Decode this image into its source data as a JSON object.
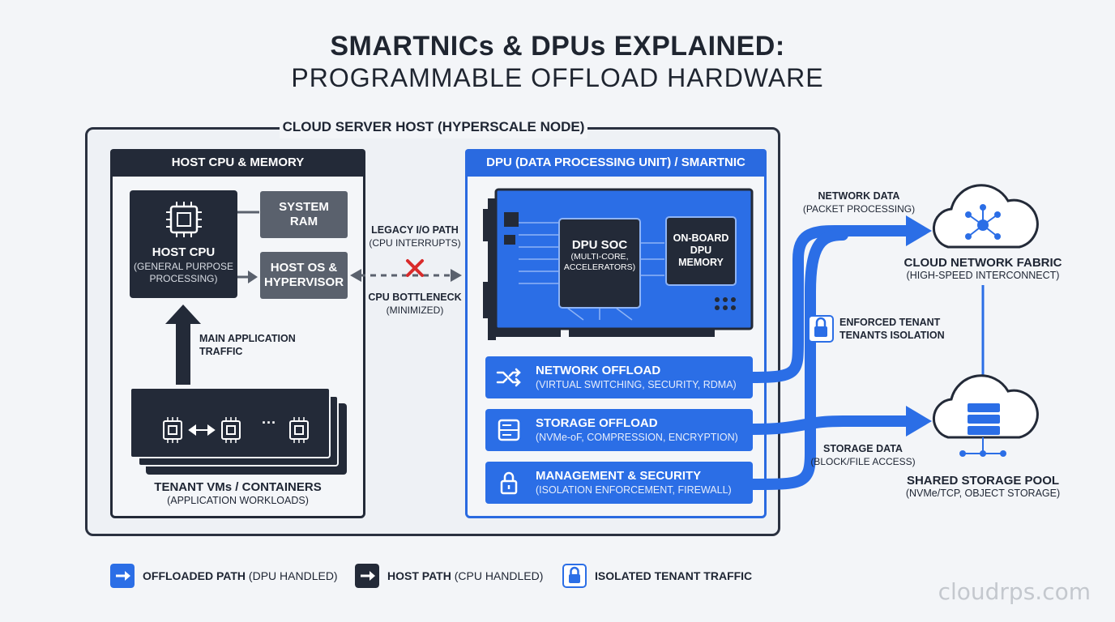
{
  "title": {
    "line1": "SMARTNICs & DPUs EXPLAINED:",
    "line2": "PROGRAMMABLE OFFLOAD HARDWARE"
  },
  "server_host": {
    "label": "CLOUD SERVER HOST (HYPERSCALE NODE)"
  },
  "host_panel": {
    "header": "HOST CPU & MEMORY",
    "cpu_title": "HOST CPU",
    "cpu_sub_1": "(GENERAL PURPOSE",
    "cpu_sub_2": "PROCESSING)",
    "ram_1": "SYSTEM",
    "ram_2": "RAM",
    "os_1": "HOST OS &",
    "os_2": "HYPERVISOR",
    "main_traffic_1": "MAIN APPLICATION",
    "main_traffic_2": "TRAFFIC",
    "tenant_title": "TENANT VMs / CONTAINERS",
    "tenant_sub": "(APPLICATION WORKLOADS)",
    "ellipsis": "···"
  },
  "legacy": {
    "title": "LEGACY I/O PATH",
    "sub": "(CPU INTERRUPTS)",
    "bottleneck_title": "CPU BOTTLENECK",
    "bottleneck_sub": "(MINIMIZED)"
  },
  "dpu_panel": {
    "header": "DPU (DATA PROCESSING UNIT) / SMARTNIC",
    "soc_title": "DPU SOC",
    "soc_sub_1": "(MULTI-CORE,",
    "soc_sub_2": "ACCELERATORS)",
    "mem_1": "ON-BOARD",
    "mem_2": "DPU",
    "mem_3": "MEMORY",
    "offloads": [
      {
        "title": "NETWORK OFFLOAD",
        "sub": "(VIRTUAL SWITCHING, SECURITY, RDMA)",
        "icon": "shuffle-icon"
      },
      {
        "title": "STORAGE OFFLOAD",
        "sub": "(NVMe-oF, COMPRESSION, ENCRYPTION)",
        "icon": "server-drive-icon"
      },
      {
        "title": "MANAGEMENT & SECURITY",
        "sub": "(ISOLATION ENFORCEMENT, FIREWALL)",
        "icon": "lock-icon"
      }
    ]
  },
  "external": {
    "network_data_1": "NETWORK DATA",
    "network_data_2": "(PACKET PROCESSING)",
    "fabric_title": "CLOUD NETWORK FABRIC",
    "fabric_sub": "(HIGH-SPEED INTERCONNECT)",
    "isolation_1": "ENFORCED TENANT",
    "isolation_2": "TENANTS ISOLATION",
    "storage_data_1": "STORAGE DATA",
    "storage_data_2": "(BLOCK/FILE ACCESS)",
    "storage_title": "SHARED STORAGE POOL",
    "storage_sub": "(NVMe/TCP, OBJECT STORAGE)"
  },
  "legend": [
    {
      "bold": "OFFLOADED PATH",
      "rest": " (DPU HANDLED)",
      "color": "#2b6ee6"
    },
    {
      "bold": "HOST PATH",
      "rest": " (CPU HANDLED)",
      "color": "#232a38"
    },
    {
      "bold": "ISOLATED TENANT TRAFFIC",
      "rest": "",
      "color": "#2b6ee6"
    }
  ],
  "watermark": "cloudrps.com",
  "colors": {
    "accent_blue": "#2b6ee6",
    "dark_navy": "#232a38",
    "gray": "#5a616d",
    "bottleneck_red": "#d92b2b"
  }
}
